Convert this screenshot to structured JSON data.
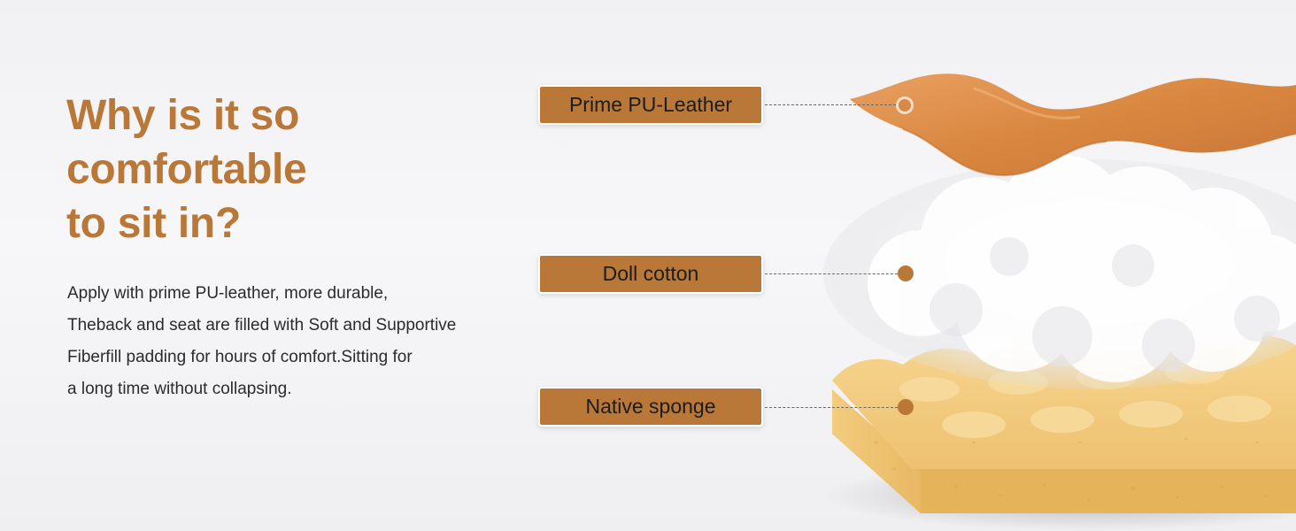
{
  "headline": {
    "lines": [
      "Why is it so",
      "comfortable",
      "to sit in?"
    ]
  },
  "description": {
    "lines": [
      "Apply with prime PU-leather, more durable,",
      "Theback and seat are filled with Soft and Supportive",
      "Fiberfill padding for hours of comfort.Sitting for",
      "a long time without collapsing."
    ]
  },
  "layers": [
    {
      "label": "Prime PU-Leather",
      "icon": "leather-layer"
    },
    {
      "label": "Doll cotton",
      "icon": "cotton-layer"
    },
    {
      "label": "Native sponge",
      "icon": "sponge-layer"
    }
  ],
  "colors": {
    "accent": "#b97838",
    "leather": "#dc8c48",
    "sponge": "#f0c574",
    "background": "#f4f4f6"
  }
}
